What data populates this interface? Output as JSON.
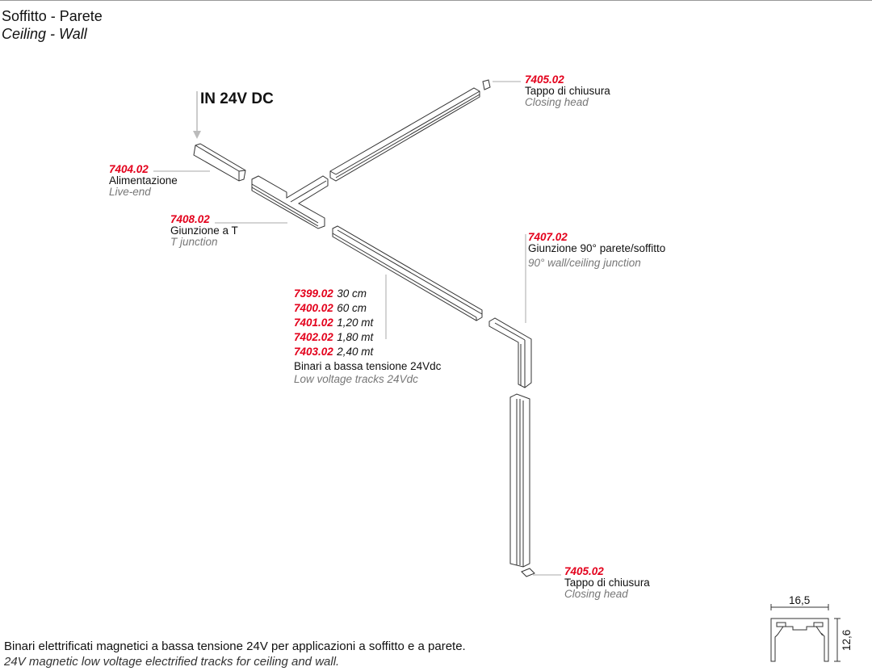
{
  "header": {
    "title_it": "Soffitto - Parete",
    "title_en": "Ceiling - Wall"
  },
  "input_label": "IN 24V DC",
  "colors": {
    "code": "#e3001b",
    "english": "#777777",
    "lines": "#aaaaaa"
  },
  "parts": {
    "closing_head_top": {
      "code": "7405.02",
      "name_it": "Tappo di chiusura",
      "name_en": "Closing head"
    },
    "live_end": {
      "code": "7404.02",
      "name_it": "Alimentazione",
      "name_en": "Live-end"
    },
    "t_junction": {
      "code": "7408.02",
      "name_it": "Giunzione a T",
      "name_en": "T junction"
    },
    "corner": {
      "code": "7407.02",
      "name_it": "Giunzione 90° parete/soffitto",
      "name_en": "90° wall/ceiling junction"
    },
    "tracks": {
      "variants": [
        {
          "code": "7399.02",
          "size": "30 cm"
        },
        {
          "code": "7400.02",
          "size": "60 cm"
        },
        {
          "code": "7401.02",
          "size": "1,20 mt"
        },
        {
          "code": "7402.02",
          "size": "1,80 mt"
        },
        {
          "code": "7403.02",
          "size": "2,40 mt"
        }
      ],
      "name_it": "Binari a bassa tensione 24Vdc",
      "name_en": "Low voltage tracks 24Vdc"
    },
    "closing_head_bottom": {
      "code": "7405.02",
      "name_it": "Tappo di chiusura",
      "name_en": "Closing head"
    }
  },
  "profile": {
    "width": "16,5",
    "height": "12,6"
  },
  "footer": {
    "desc_it": "Binari elettrificati magnetici a bassa tensione 24V per applicazioni a soffitto e a parete.",
    "desc_en": "24V magnetic low voltage electrified tracks for ceiling and wall."
  }
}
